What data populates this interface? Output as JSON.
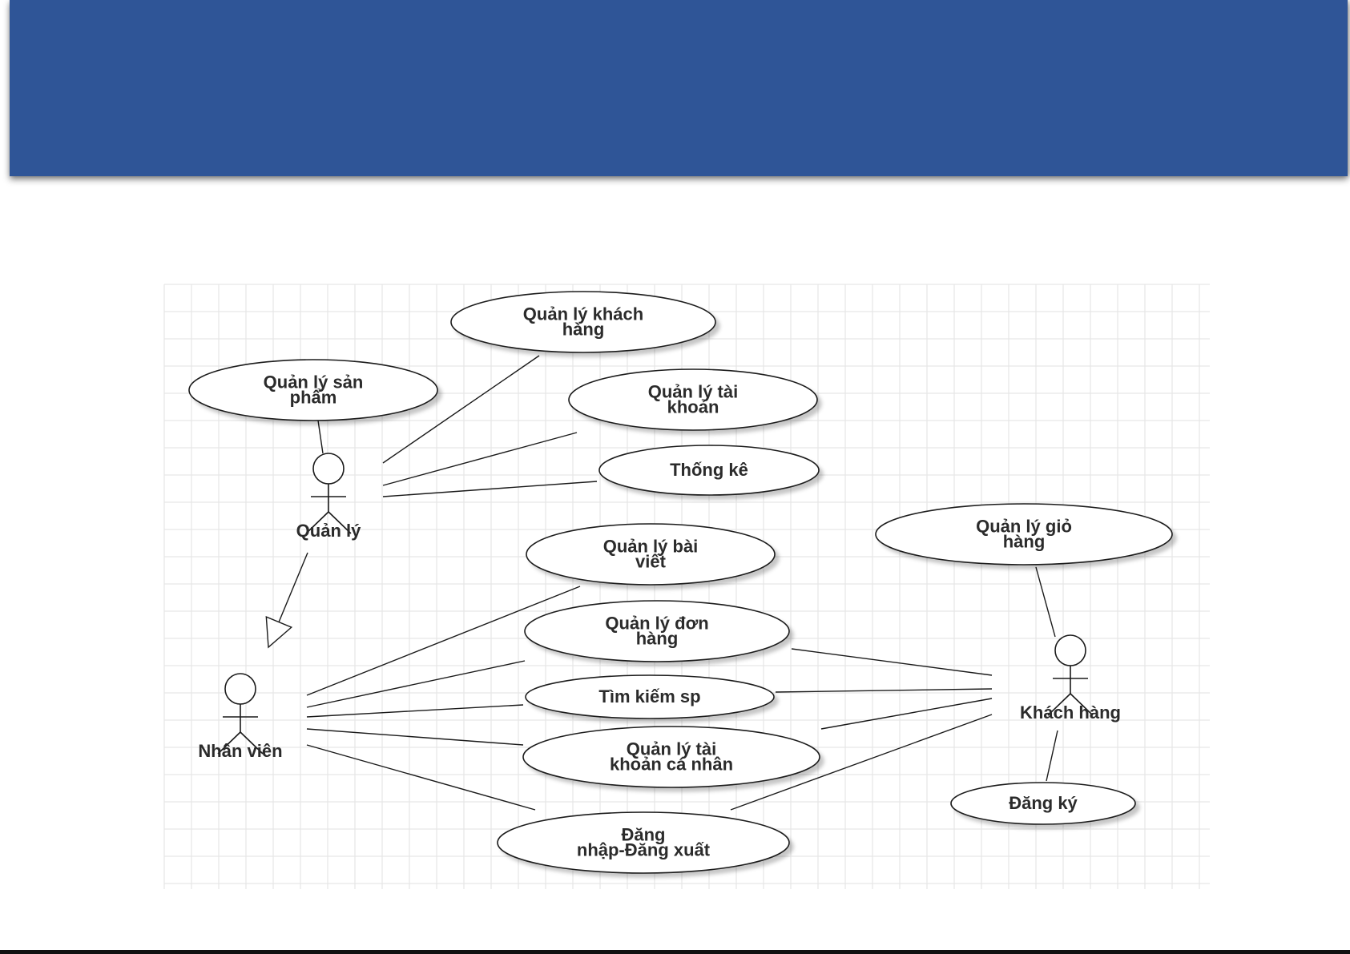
{
  "colors": {
    "header": "#2f5597",
    "grid_line": "#e6e6e6",
    "outline": "#1a1a1a",
    "ellipse_fill": "#ffffff"
  },
  "diagram": {
    "actors": [
      {
        "id": "quan-ly",
        "label": "Quản lý"
      },
      {
        "id": "nhan-vien",
        "label": "Nhân viên"
      },
      {
        "id": "khach-hang",
        "label": "Khách hàng"
      }
    ],
    "use_cases": [
      {
        "id": "qlkh",
        "lines": [
          "Quản lý khách",
          "hàng"
        ]
      },
      {
        "id": "qlsp",
        "lines": [
          "Quản lý sản",
          "phẩm"
        ]
      },
      {
        "id": "qltk",
        "lines": [
          "Quản lý tài",
          "khoản"
        ]
      },
      {
        "id": "thongke",
        "lines": [
          "Thống kê"
        ]
      },
      {
        "id": "qlbv",
        "lines": [
          "Quản lý bài",
          "viết"
        ]
      },
      {
        "id": "qldh",
        "lines": [
          "Quản lý đơn",
          "hàng"
        ]
      },
      {
        "id": "timkiem",
        "lines": [
          "Tìm kiếm sp"
        ]
      },
      {
        "id": "qltkcn",
        "lines": [
          "Quản lý tài",
          "khoản cá nhân"
        ]
      },
      {
        "id": "dangnhap",
        "lines": [
          "Đăng",
          "nhập-Đăng xuất"
        ]
      },
      {
        "id": "qlgh",
        "lines": [
          "Quản lý giỏ",
          "hàng"
        ]
      },
      {
        "id": "dangky",
        "lines": [
          "Đăng ký"
        ]
      }
    ],
    "associations": [
      [
        "quan-ly",
        "qlsp"
      ],
      [
        "quan-ly",
        "qlkh"
      ],
      [
        "quan-ly",
        "qltk"
      ],
      [
        "quan-ly",
        "thongke"
      ],
      [
        "nhan-vien",
        "qlbv"
      ],
      [
        "nhan-vien",
        "qldh"
      ],
      [
        "nhan-vien",
        "timkiem"
      ],
      [
        "nhan-vien",
        "qltkcn"
      ],
      [
        "nhan-vien",
        "dangnhap"
      ],
      [
        "khach-hang",
        "qlgh"
      ],
      [
        "khach-hang",
        "qldh"
      ],
      [
        "khach-hang",
        "timkiem"
      ],
      [
        "khach-hang",
        "qltkcn"
      ],
      [
        "khach-hang",
        "dangnhap"
      ],
      [
        "khach-hang",
        "dangky"
      ]
    ],
    "generalizations": [
      [
        "quan-ly",
        "nhan-vien"
      ]
    ]
  }
}
